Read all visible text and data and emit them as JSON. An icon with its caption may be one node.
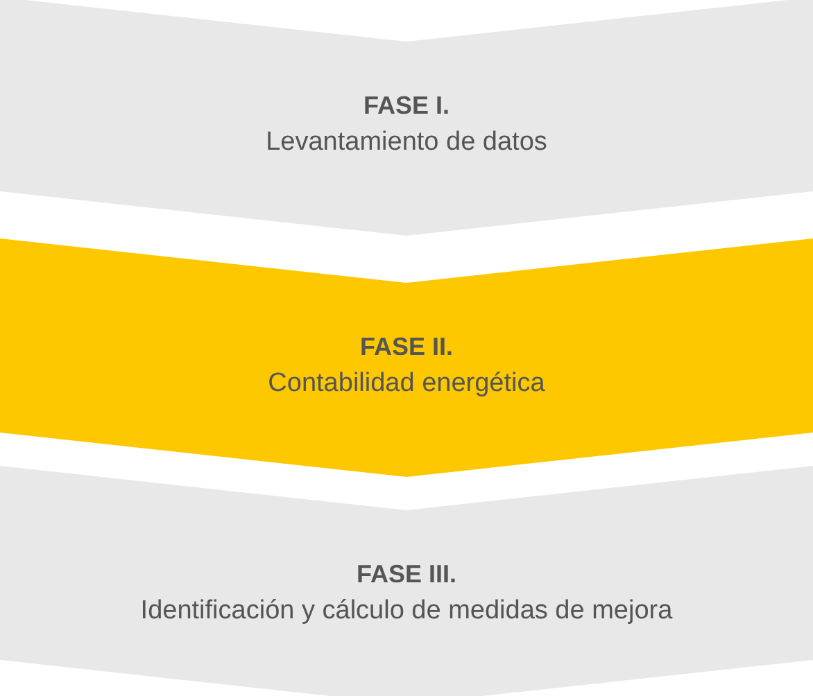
{
  "diagram": {
    "nodes": [
      {
        "text": [
          "FASE I.",
          "Levantamiento de datos"
        ]
      },
      {
        "text": [
          "FASE II.",
          "Contabilidad energética"
        ]
      },
      {
        "text": [
          "FASE III.",
          "Identificación y cálculo de medidas de mejora"
        ]
      }
    ]
  }
}
